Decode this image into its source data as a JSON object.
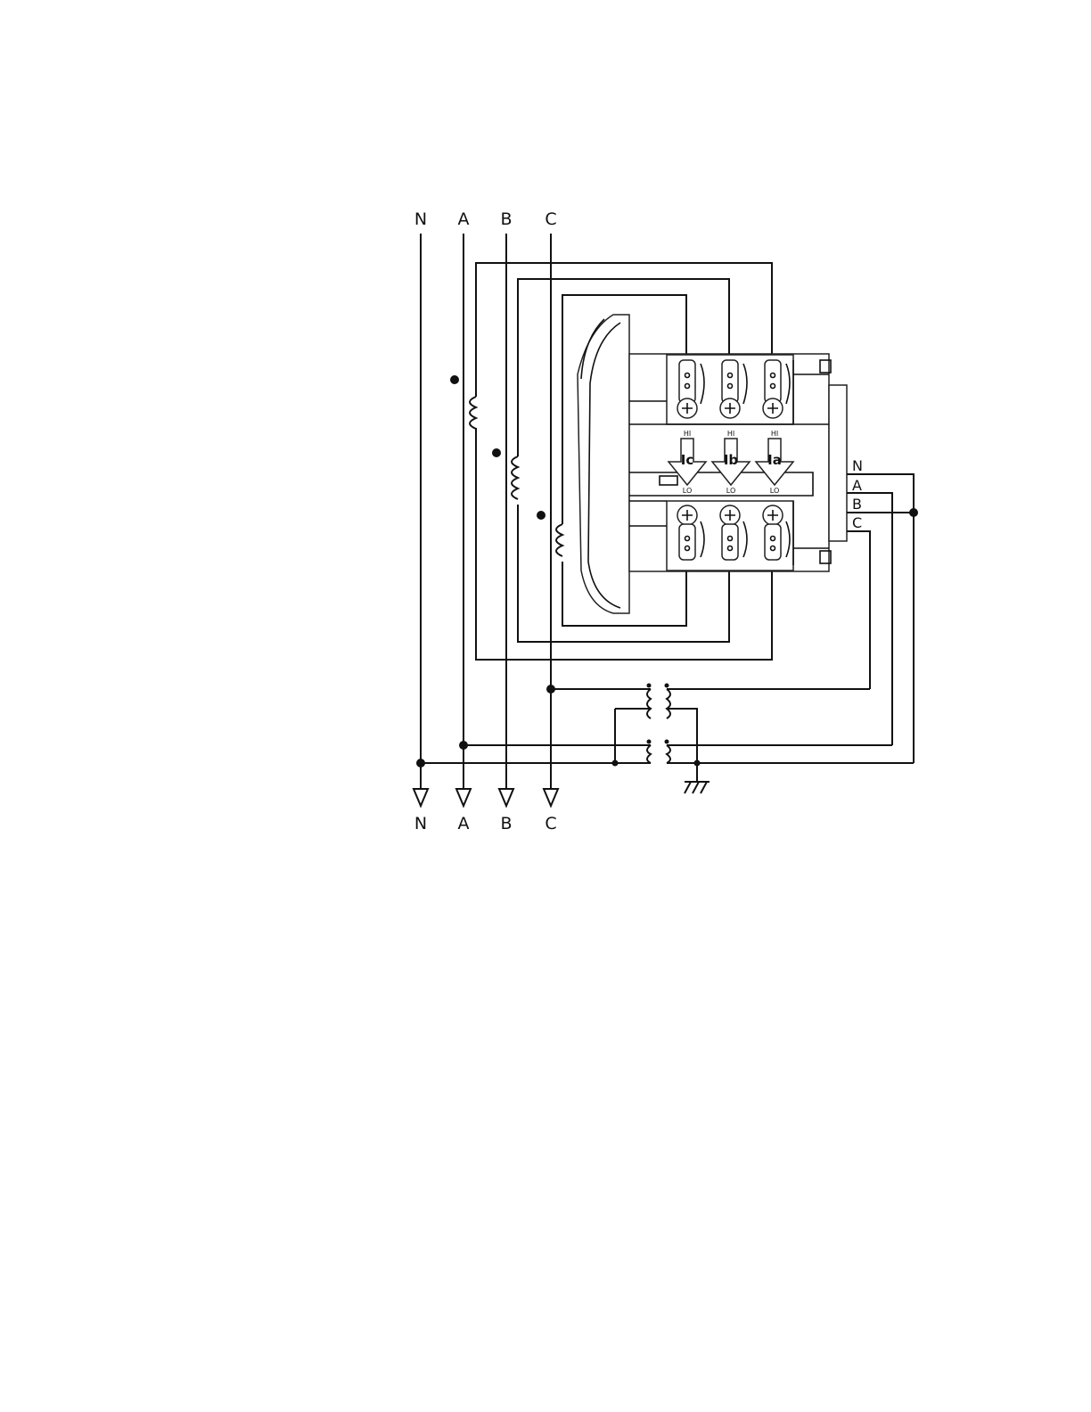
{
  "lines_top": [
    "N",
    "A",
    "B",
    "C"
  ],
  "lines_bottom": [
    "N",
    "A",
    "B",
    "C"
  ],
  "meter_inputs": [
    "N",
    "A",
    "B",
    "C"
  ],
  "current_channels": [
    {
      "name": "Ic",
      "hi": "HI",
      "lo": "LO"
    },
    {
      "name": "Ib",
      "hi": "HI",
      "lo": "LO"
    },
    {
      "name": "Ia",
      "hi": "HI",
      "lo": "LO"
    }
  ]
}
